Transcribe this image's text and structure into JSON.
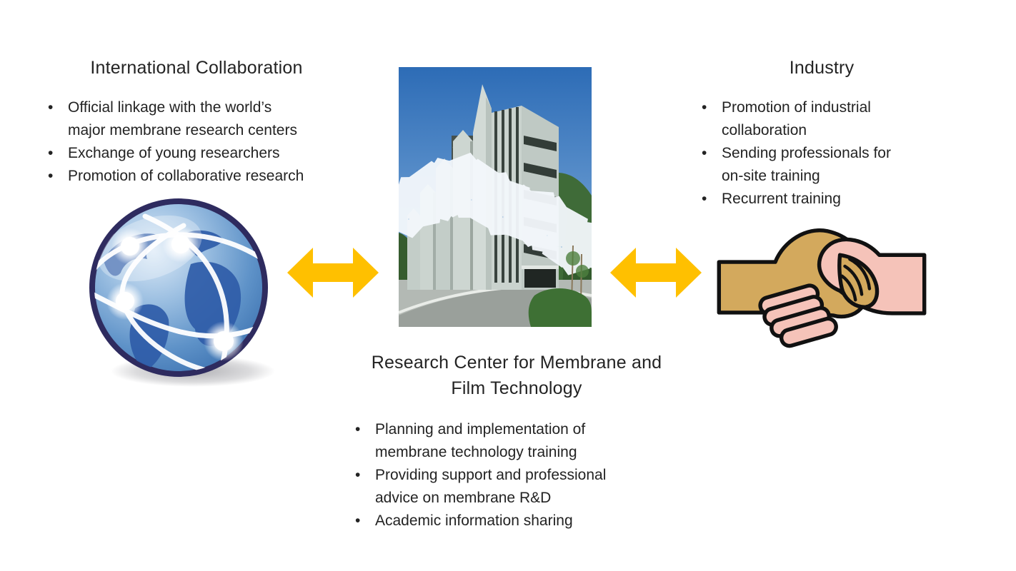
{
  "left_section": {
    "title": "International Collaboration",
    "bullets": [
      "Official linkage with the world’s\nmajor membrane research centers",
      "Exchange of young researchers",
      "Promotion of collaborative research"
    ]
  },
  "center_section": {
    "title": "Research Center for Membrane and\nFilm Technology",
    "bullets": [
      "Planning and implementation of\nmembrane technology training",
      "Providing support and professional\nadvice on membrane R&D",
      "Academic information sharing"
    ]
  },
  "right_section": {
    "title": "Industry",
    "bullets": [
      "Promotion of industrial\ncollaboration",
      "Sending professionals for\non-site training",
      "Recurrent training"
    ]
  },
  "icons": {
    "left": "globe-network-icon",
    "right": "handshake-icon",
    "center": "research-center-building-photo",
    "connector": "double-headed-arrow"
  },
  "colors": {
    "arrow": "#FFC000",
    "text": "#232323",
    "background": "#FFFFFF"
  }
}
